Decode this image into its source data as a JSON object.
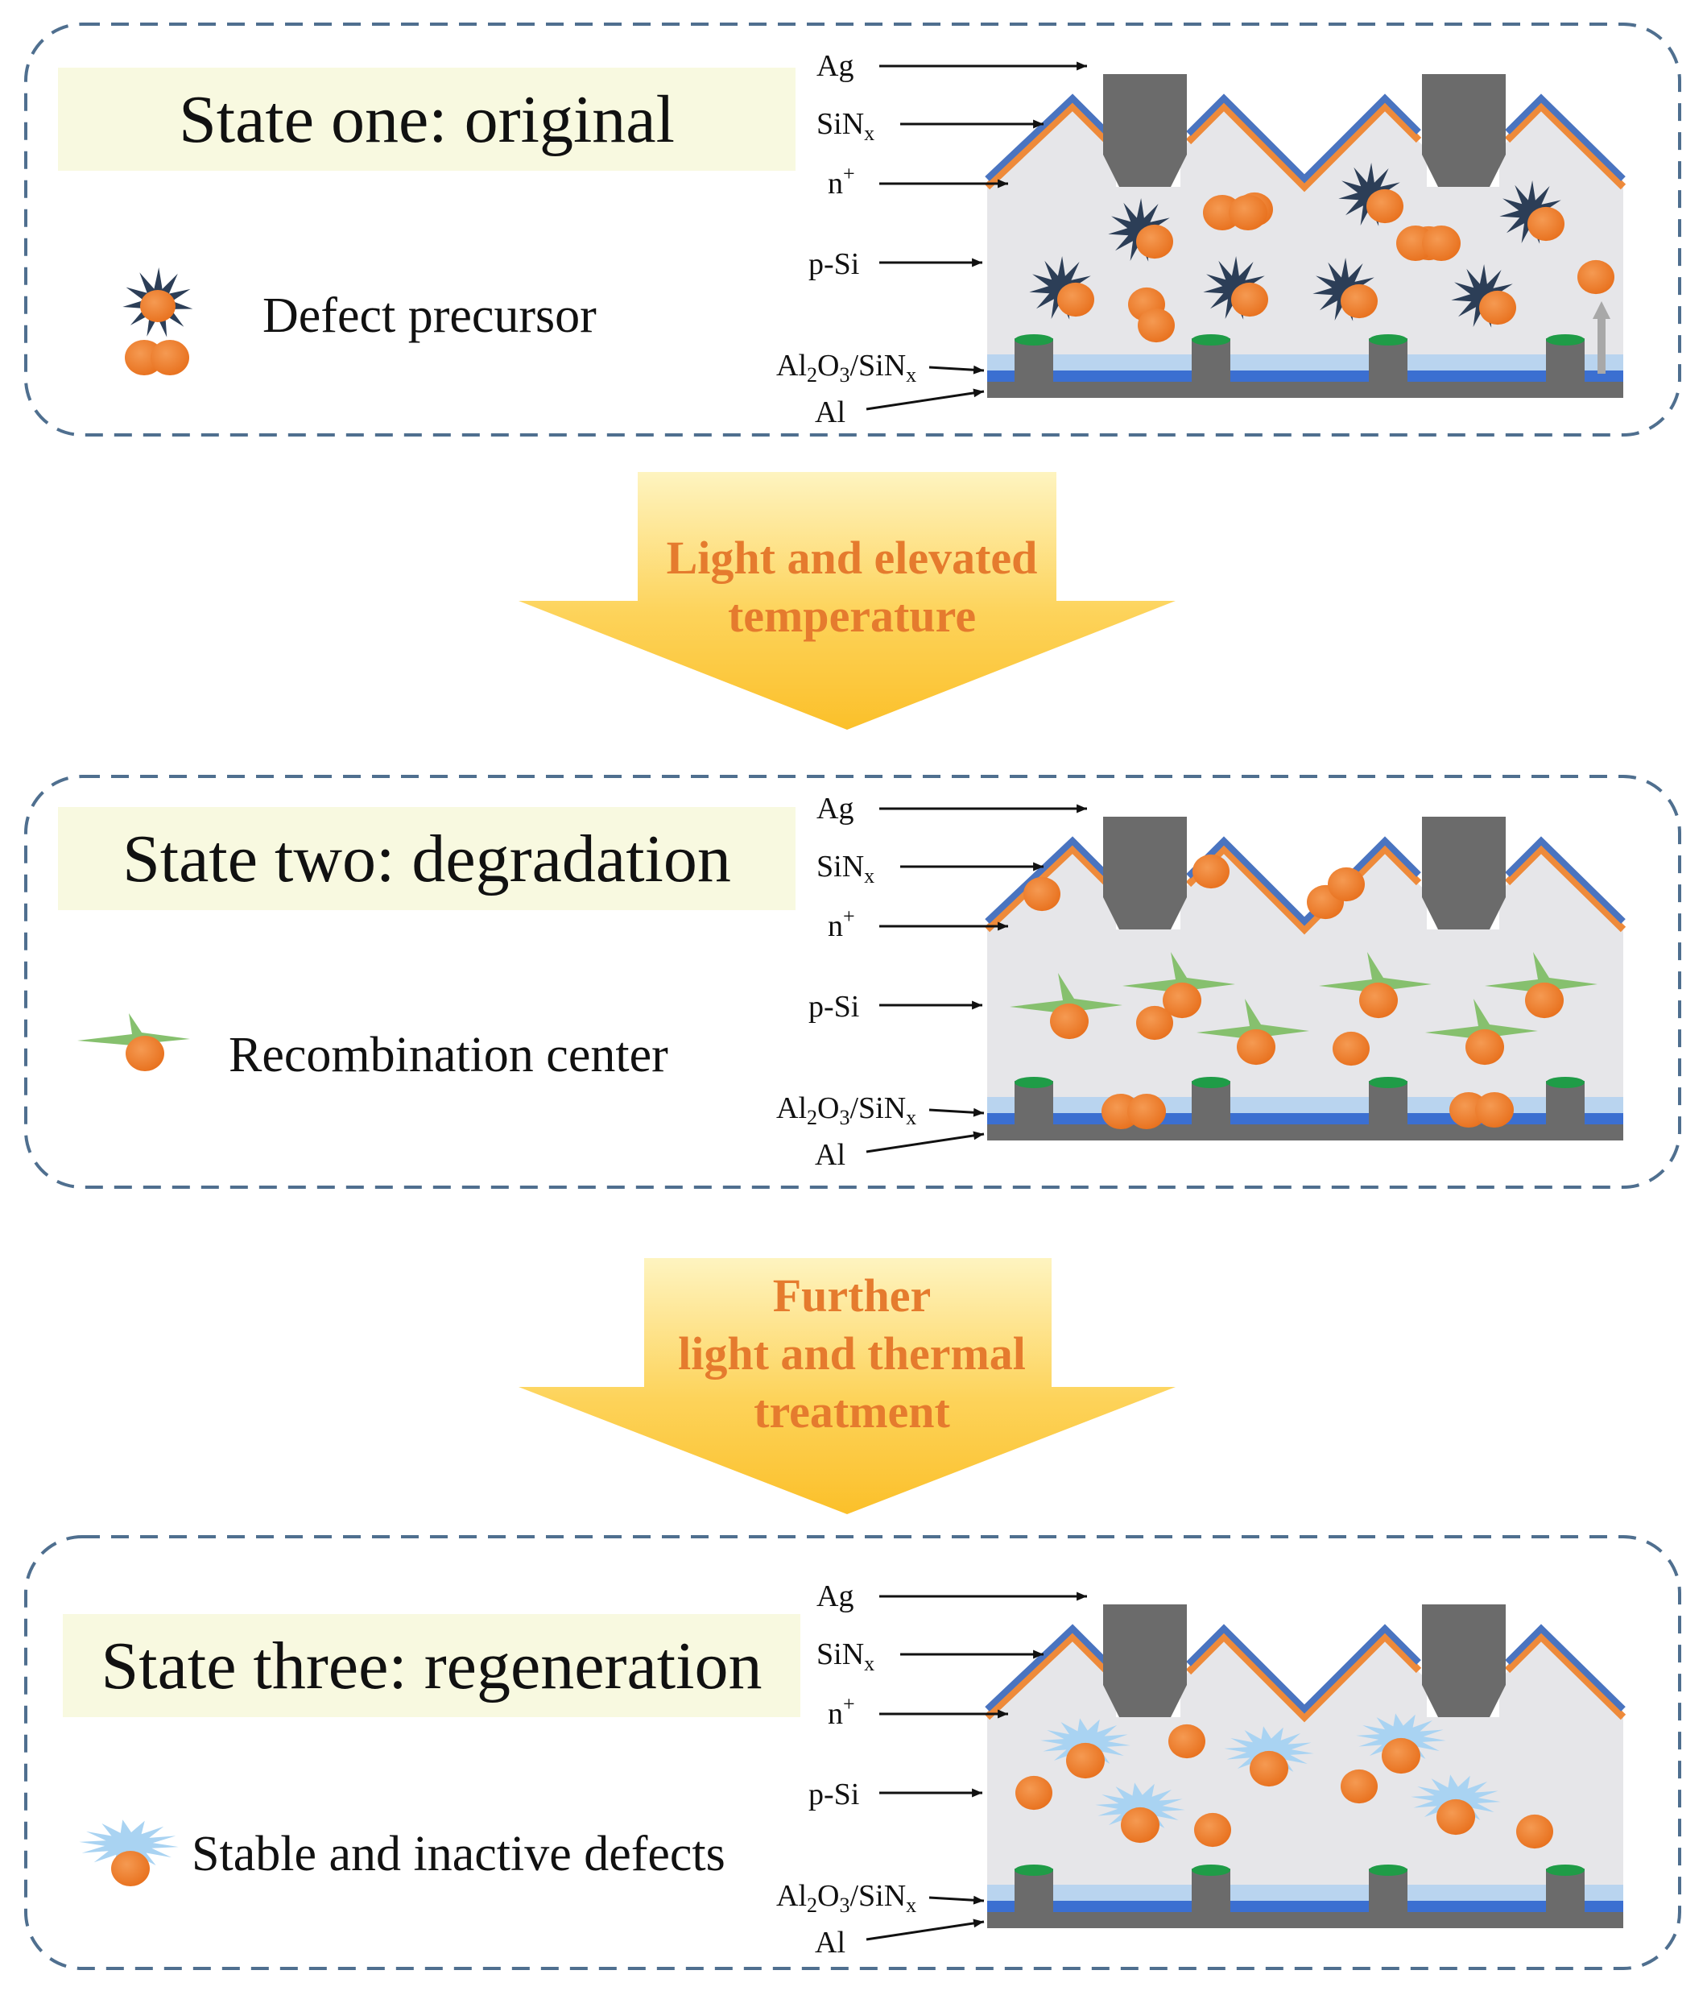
{
  "panels": [
    {
      "title": "State one: original",
      "legend_label": "Defect precursor",
      "legend_icon": "dark-star-with-orange-ball"
    },
    {
      "title": "State two: degradation",
      "legend_label": "Recombination center",
      "legend_icon": "green-star-with-orange-ball"
    },
    {
      "title": "State three: regeneration",
      "legend_label": "Stable and inactive  defects",
      "legend_icon": "light-blue-star-with-orange-ball"
    }
  ],
  "layer_labels": {
    "ag": "Ag",
    "sinx_base": "SiN",
    "sinx_sub": "x",
    "nplus_base": "n",
    "nplus_sup": "+",
    "psi": "p-Si",
    "al2o3_a": "Al",
    "al2o3_sub2": "2",
    "al2o3_b": "O",
    "al2o3_sub3": "3",
    "al2o3_c": "/SiN",
    "al2o3_subx": "x",
    "al": "Al"
  },
  "transitions": [
    {
      "lines": [
        "Light and elevated",
        "temperature"
      ]
    },
    {
      "lines": [
        "Further",
        "light and thermal",
        "treatment"
      ]
    }
  ],
  "colors": {
    "frame": "#4f6f8f",
    "title_background": "#f8f9e0",
    "silicon": "#e6e6e9",
    "metal": "#6b6b6b",
    "orange_particle": "#ef7b27",
    "dark_defect": "#2c3e57",
    "green_defect": "#86c06e",
    "blue_defect": "#a9d3f2",
    "sinx_coat": "#4a74c0",
    "nplus_coat": "#ee8a3a",
    "passivation_light": "#b9d4ef",
    "passivation_dark": "#3b6fd1",
    "contact_cap": "#1f9c47",
    "arrow_gradient_top": "#fef0b0",
    "arrow_gradient_bottom": "#fbc52c",
    "arrow_text": "#e57b2e"
  }
}
